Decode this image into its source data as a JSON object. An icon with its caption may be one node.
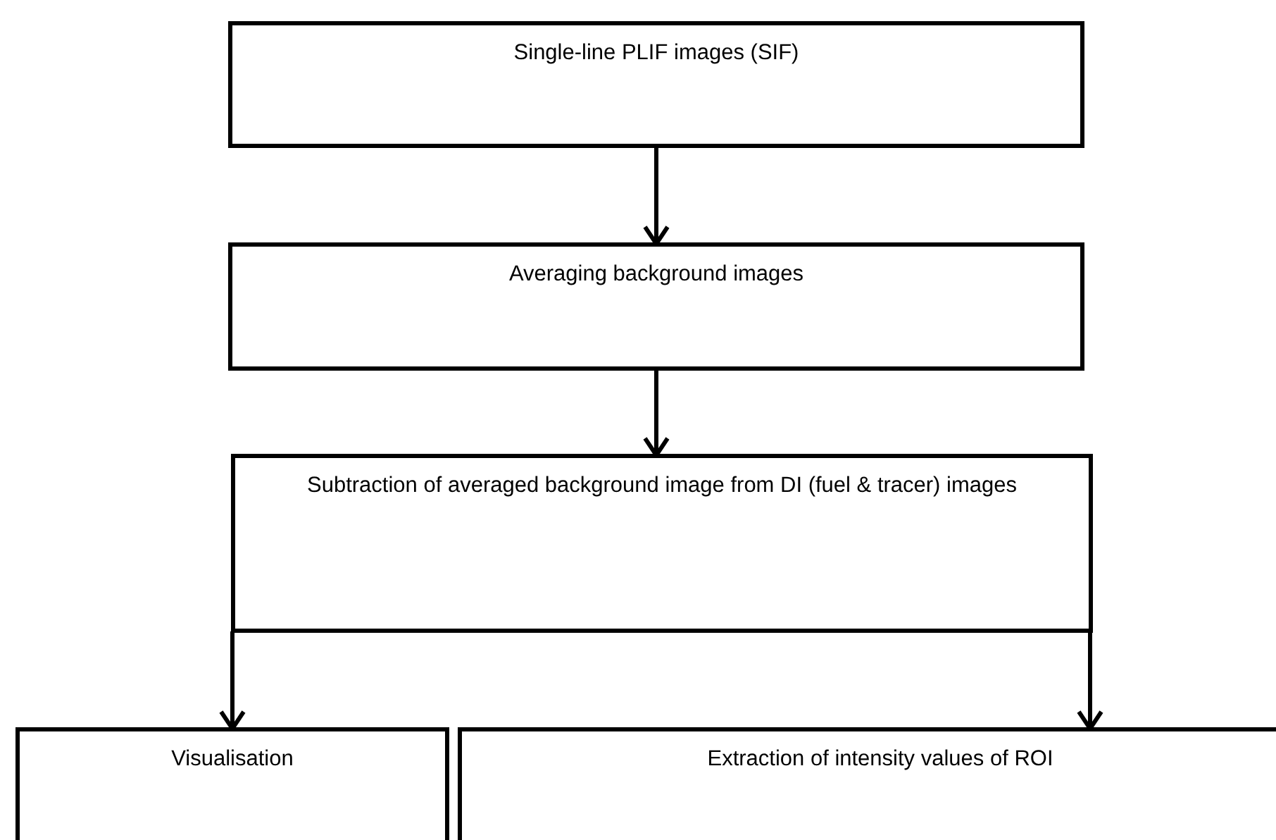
{
  "diagram": {
    "nodes": [
      {
        "text": [
          "Single-line PLIF images (SIF)"
        ]
      },
      {
        "text": [
          "Averaging background images"
        ]
      },
      {
        "text": [
          "Subtraction of averaged background image from DI (fuel & tracer) images"
        ]
      },
      {
        "text": [
          "Visualisation"
        ]
      },
      {
        "text": [
          "Extraction of intensity values of ROI"
        ]
      }
    ],
    "edges": [
      {
        "from": 0,
        "to": 1,
        "arrow": "to"
      },
      {
        "from": 1,
        "to": 2,
        "arrow": "to"
      },
      {
        "from": 2,
        "to": 3,
        "arrow": "to"
      },
      {
        "from": 2,
        "to": 4,
        "arrow": "to"
      }
    ]
  }
}
